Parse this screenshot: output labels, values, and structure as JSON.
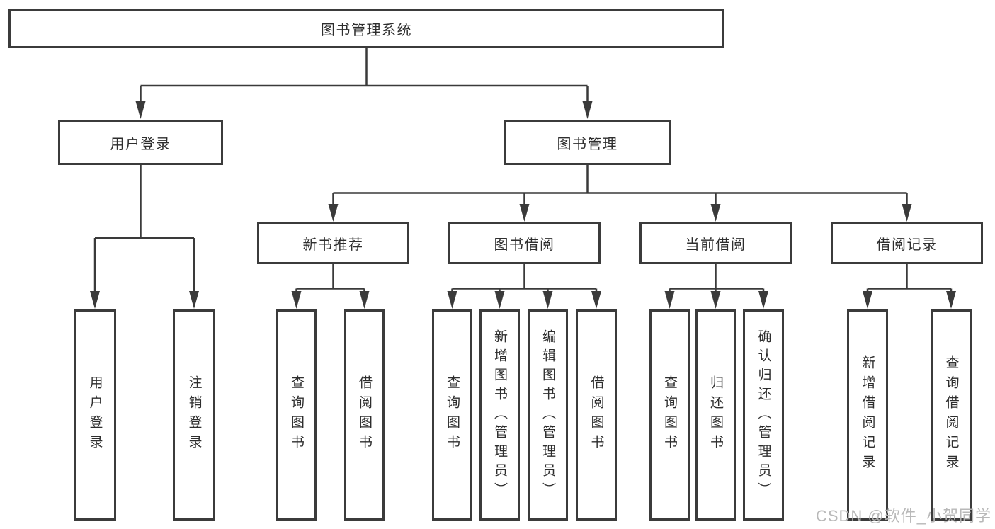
{
  "diagram_type": "hierarchy-tree",
  "colors": {
    "background": "#ffffff",
    "line": "#3a3a3a",
    "box_border": "#3b3b3b",
    "text": "#2e2e2e",
    "watermark": "#b5b5b5"
  },
  "tree": {
    "label": "图书管理系统",
    "children": [
      {
        "label": "用户登录",
        "children": [
          {
            "label": "用户登录"
          },
          {
            "label": "注销登录"
          }
        ]
      },
      {
        "label": "图书管理",
        "children": [
          {
            "label": "新书推荐",
            "children": [
              {
                "label": "查询图书"
              },
              {
                "label": "借阅图书"
              }
            ]
          },
          {
            "label": "图书借阅",
            "children": [
              {
                "label": "查询图书"
              },
              {
                "label": "新增图书（管理员）"
              },
              {
                "label": "编辑图书（管理员）"
              },
              {
                "label": "借阅图书"
              }
            ]
          },
          {
            "label": "当前借阅",
            "children": [
              {
                "label": "查询图书"
              },
              {
                "label": "归还图书"
              },
              {
                "label": "确认归还（管理员）"
              }
            ]
          },
          {
            "label": "借阅记录",
            "children": [
              {
                "label": "新增借阅记录"
              },
              {
                "label": "查询借阅记录"
              }
            ]
          }
        ]
      }
    ]
  },
  "watermark": {
    "text": "CSDN @软件_小贺同学"
  }
}
